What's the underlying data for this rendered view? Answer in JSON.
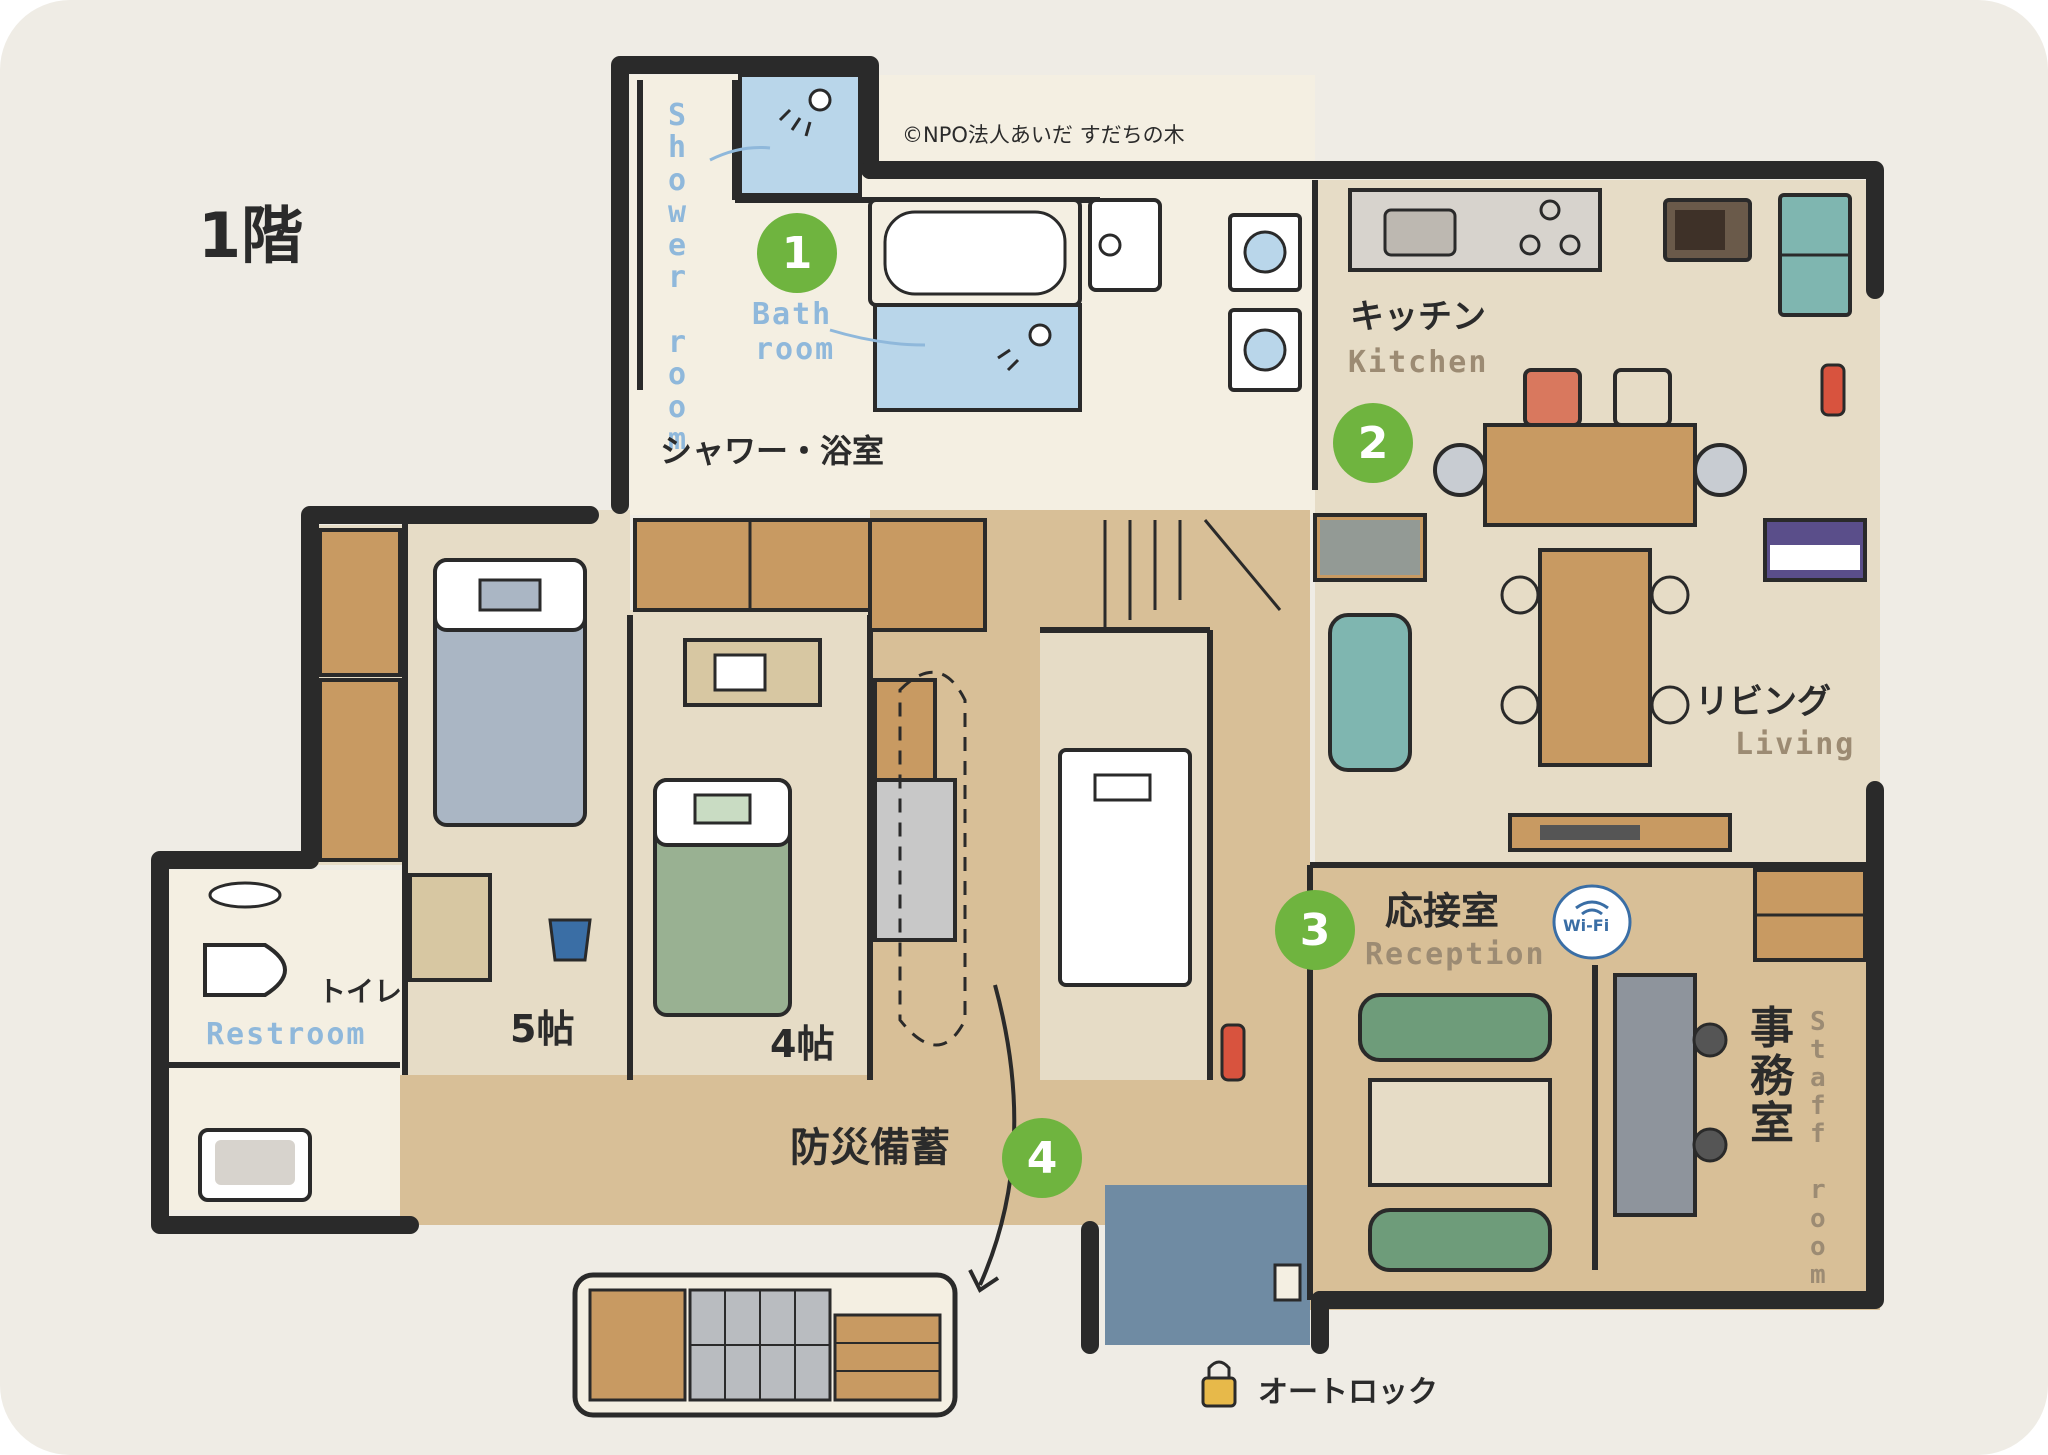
{
  "floor_title": "1階",
  "copyright": "©NPO法人あいだ すだちの木",
  "colors": {
    "page_bg": "#EFECE5",
    "wall": "#2A2A2A",
    "floor_wood": "#D8BF97",
    "floor_light": "#F4EFE2",
    "floor_room": "#E6DCC6",
    "bath_blue": "#B9D6EA",
    "accent_green": "#6FB43F",
    "english_blue": "#8FB8DB",
    "english_brown": "#9C8B73",
    "cabinet": "#C89A62",
    "blue_bed": "#AAB6C4",
    "green_bed": "#99B192",
    "sofa_green": "#6E9C7A",
    "entry_blue": "#6F8BA3"
  },
  "rooms": {
    "shower_room": {
      "en": "Shower room"
    },
    "bath": {
      "en_line1": "Bath",
      "en_line2": "room",
      "jp": "シャワー・浴室",
      "number": "1"
    },
    "kitchen": {
      "jp": "キッチン",
      "en": "Kitchen"
    },
    "living": {
      "jp": "リビング",
      "en": "Living",
      "number": "2"
    },
    "restroom": {
      "jp": "トイレ",
      "en": "Restroom"
    },
    "bedroom_5": {
      "jp": "5帖"
    },
    "bedroom_4": {
      "jp": "4帖"
    },
    "reception": {
      "jp": "応接室",
      "en": "Reception",
      "number": "3",
      "wifi": "Wi-Fi"
    },
    "staff_room": {
      "jp": "事務室",
      "en": "Staff room"
    },
    "storage": {
      "jp": "防災備蓄",
      "number": "4"
    },
    "entrance": {
      "jp": "オートロック"
    }
  }
}
